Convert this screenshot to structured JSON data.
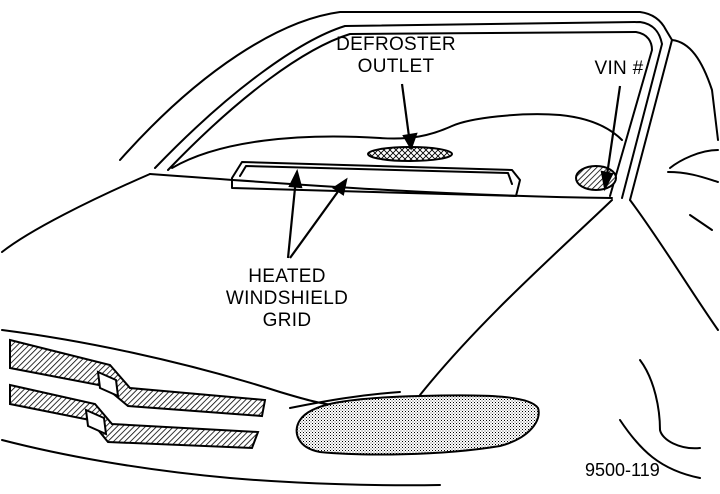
{
  "labels": {
    "defroster_outlet": [
      "DEFROSTER",
      "OUTLET"
    ],
    "vin": "VIN #",
    "heated_windshield_grid": [
      "HEATED",
      "WINDSHIELD",
      "GRID"
    ],
    "figure_number": "9500-119"
  },
  "colors": {
    "line": "#000000",
    "background": "#ffffff"
  }
}
